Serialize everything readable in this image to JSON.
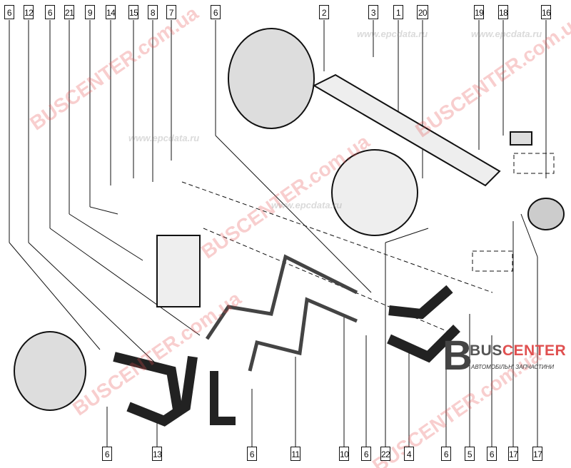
{
  "diagram": {
    "top_callouts": [
      "6",
      "12",
      "6",
      "21",
      "9",
      "14",
      "15",
      "8",
      "7",
      "6",
      "2",
      "3",
      "1",
      "20",
      "19",
      "18",
      "16"
    ],
    "bottom_callouts": [
      "6",
      "13",
      "6",
      "11",
      "10",
      "6",
      "22",
      "4",
      "6",
      "5",
      "6",
      "17",
      "17"
    ]
  },
  "watermarks": {
    "site": "BUSCENTER.com.ua",
    "epc": "www.epcdata.ru"
  },
  "logo": {
    "letter": "B",
    "name_part1": "BUS",
    "name_part2": "CENTER",
    "subtitle": "АВТОМОБІЛЬНІ ЗАПЧАСТИНИ",
    "accent": "#e05050"
  }
}
